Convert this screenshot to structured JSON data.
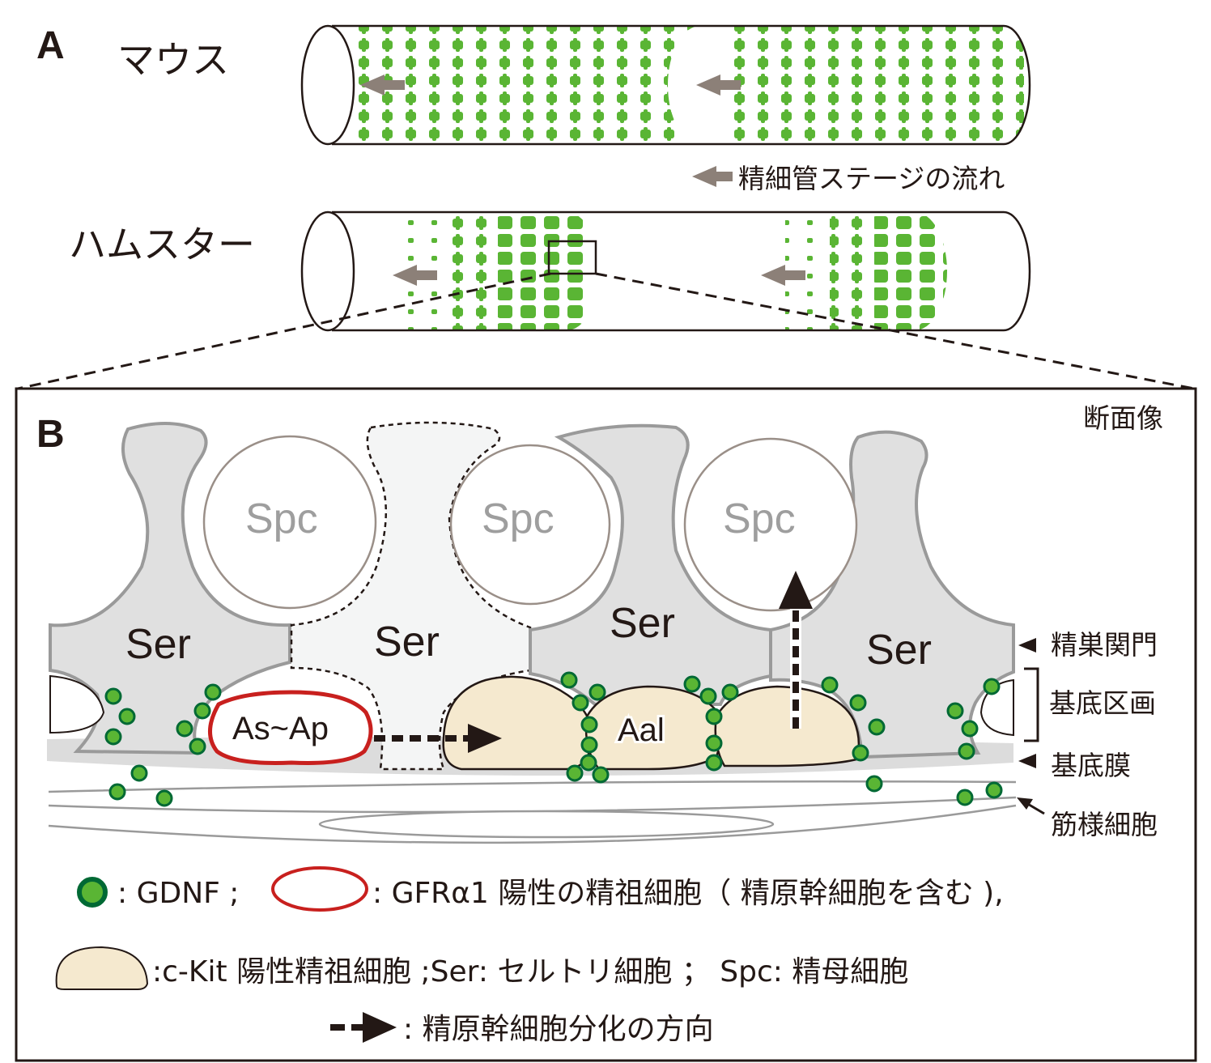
{
  "panel_a": {
    "letter": "A",
    "mouse_label": "マウス",
    "hamster_label": "ハムスター",
    "flow_note": "精細管ステージの流れ"
  },
  "panel_b": {
    "letter": "B",
    "view_label": "断面像",
    "sertoli_labels": [
      "Ser",
      "Ser",
      "Ser",
      "Ser"
    ],
    "spermatocyte_labels": [
      "Spc",
      "Spc",
      "Spc"
    ],
    "cell_as_ap": "As~Ap",
    "cell_aal": "Aal",
    "side_labels": {
      "blood_testis_barrier": "精巣関門",
      "basal_compartment": "基底区画",
      "basement_membrane": "基底膜",
      "myoid_cell": "筋様細胞"
    }
  },
  "legend": {
    "gdnf": ": GDNF ;",
    "gfra1": ": GFRα1 陽性の精祖細胞（ 精原幹細胞を含む ),",
    "ckit": ":c-Kit 陽性精祖細胞 ;Ser: セルトリ細胞  ；  Spc:  精母細胞",
    "direction": ":  精原幹細胞分化の方向"
  },
  "colors": {
    "gdnf_fill": "#5ab534",
    "gdnf_stroke": "#006934",
    "gfra1_outline": "#c8201e",
    "ckit_fill": "#f5e9cf",
    "sertoli_fill": "#e0e0e0",
    "tubule_dots": "#5ab534",
    "arrow": "#8c8078"
  }
}
